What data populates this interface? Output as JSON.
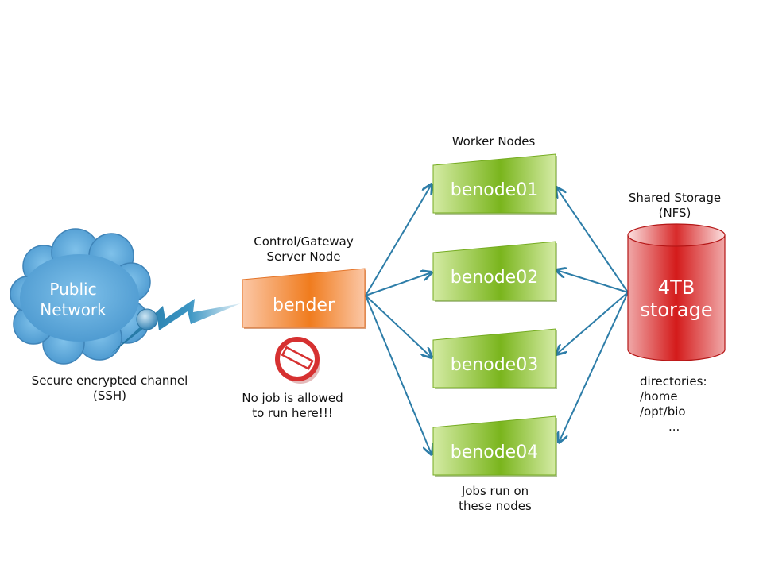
{
  "colors": {
    "cloud": "#6ab2e0",
    "cloud_dark": "#3f84b8",
    "bolt": "#2c86b3",
    "gateway": "#f07c1e",
    "gateway_light": "#fbc7a6",
    "worker": "#7ab51d",
    "worker_light": "#d4eba4",
    "storage": "#d41b1b",
    "storage_light": "#f0a8a8",
    "arrow": "#2d7da8",
    "no_sign": "#d63131"
  },
  "cloud": {
    "title_line1": "Public",
    "title_line2": "Network"
  },
  "channel": {
    "line1": "Secure encrypted channel",
    "line2": "(SSH)"
  },
  "gateway": {
    "heading_line1": "Control/Gateway",
    "heading_line2": "Server Node",
    "name": "bender",
    "note_line1": "No job is allowed",
    "note_line2": "to run here!!!"
  },
  "workers": {
    "heading": "Worker Nodes",
    "nodes": [
      "benode01",
      "benode02",
      "benode03",
      "benode04"
    ],
    "note_line1": "Jobs run on",
    "note_line2": "these nodes"
  },
  "storage": {
    "heading_line1": "Shared Storage",
    "heading_line2": "(NFS)",
    "label_line1": "4TB",
    "label_line2": "storage",
    "dirs": [
      "directories:",
      "/home",
      "/opt/bio",
      "..."
    ]
  },
  "icons": [
    "cloud-icon",
    "lightning-bolt-icon",
    "no-entry-icon",
    "storage-cylinder-icon"
  ]
}
